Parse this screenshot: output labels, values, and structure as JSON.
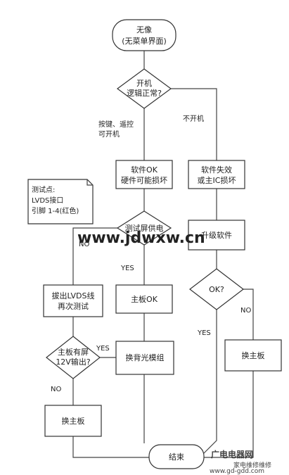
{
  "nodes": {
    "start": [
      "无像",
      "(无菜单界面)"
    ],
    "boot_check": [
      "开机",
      "逻辑正常?"
    ],
    "sw_ok": [
      "软件OK",
      "硬件可能损坏"
    ],
    "sw_fail": [
      "软件失效",
      "或主IC损坏"
    ],
    "psu_check": [
      "测试屏供电"
    ],
    "upgrade": [
      "升级软件"
    ],
    "unplug": [
      "拔出LVDS线",
      "再次测试"
    ],
    "mainboard_ok": [
      "主板OK"
    ],
    "ok_check": [
      "OK?"
    ],
    "output_check": [
      "主板有屏",
      "12V输出?"
    ],
    "backlight": [
      "换背光模组"
    ],
    "replace_main_left": [
      "换主板"
    ],
    "replace_main_right": [
      "换主板"
    ],
    "end": [
      "结束"
    ]
  },
  "edge_labels": {
    "keys_remote": [
      "按键、遥控",
      "可开机"
    ],
    "no_boot": "不开机",
    "no_psu": "NO",
    "yes_psu": "YES",
    "no_ok": "NO",
    "yes_ok": "YES",
    "yes_output": "YES",
    "no_output": "NO"
  },
  "note": [
    "测试点:",
    "LVDS接口",
    "引脚 1-4(红色)"
  ],
  "watermark": {
    "url": "www.jdwxw.cn",
    "brand": "广电电器网",
    "brand_sub": "家电维修维修",
    "site": "www.gd-gdd.com"
  }
}
